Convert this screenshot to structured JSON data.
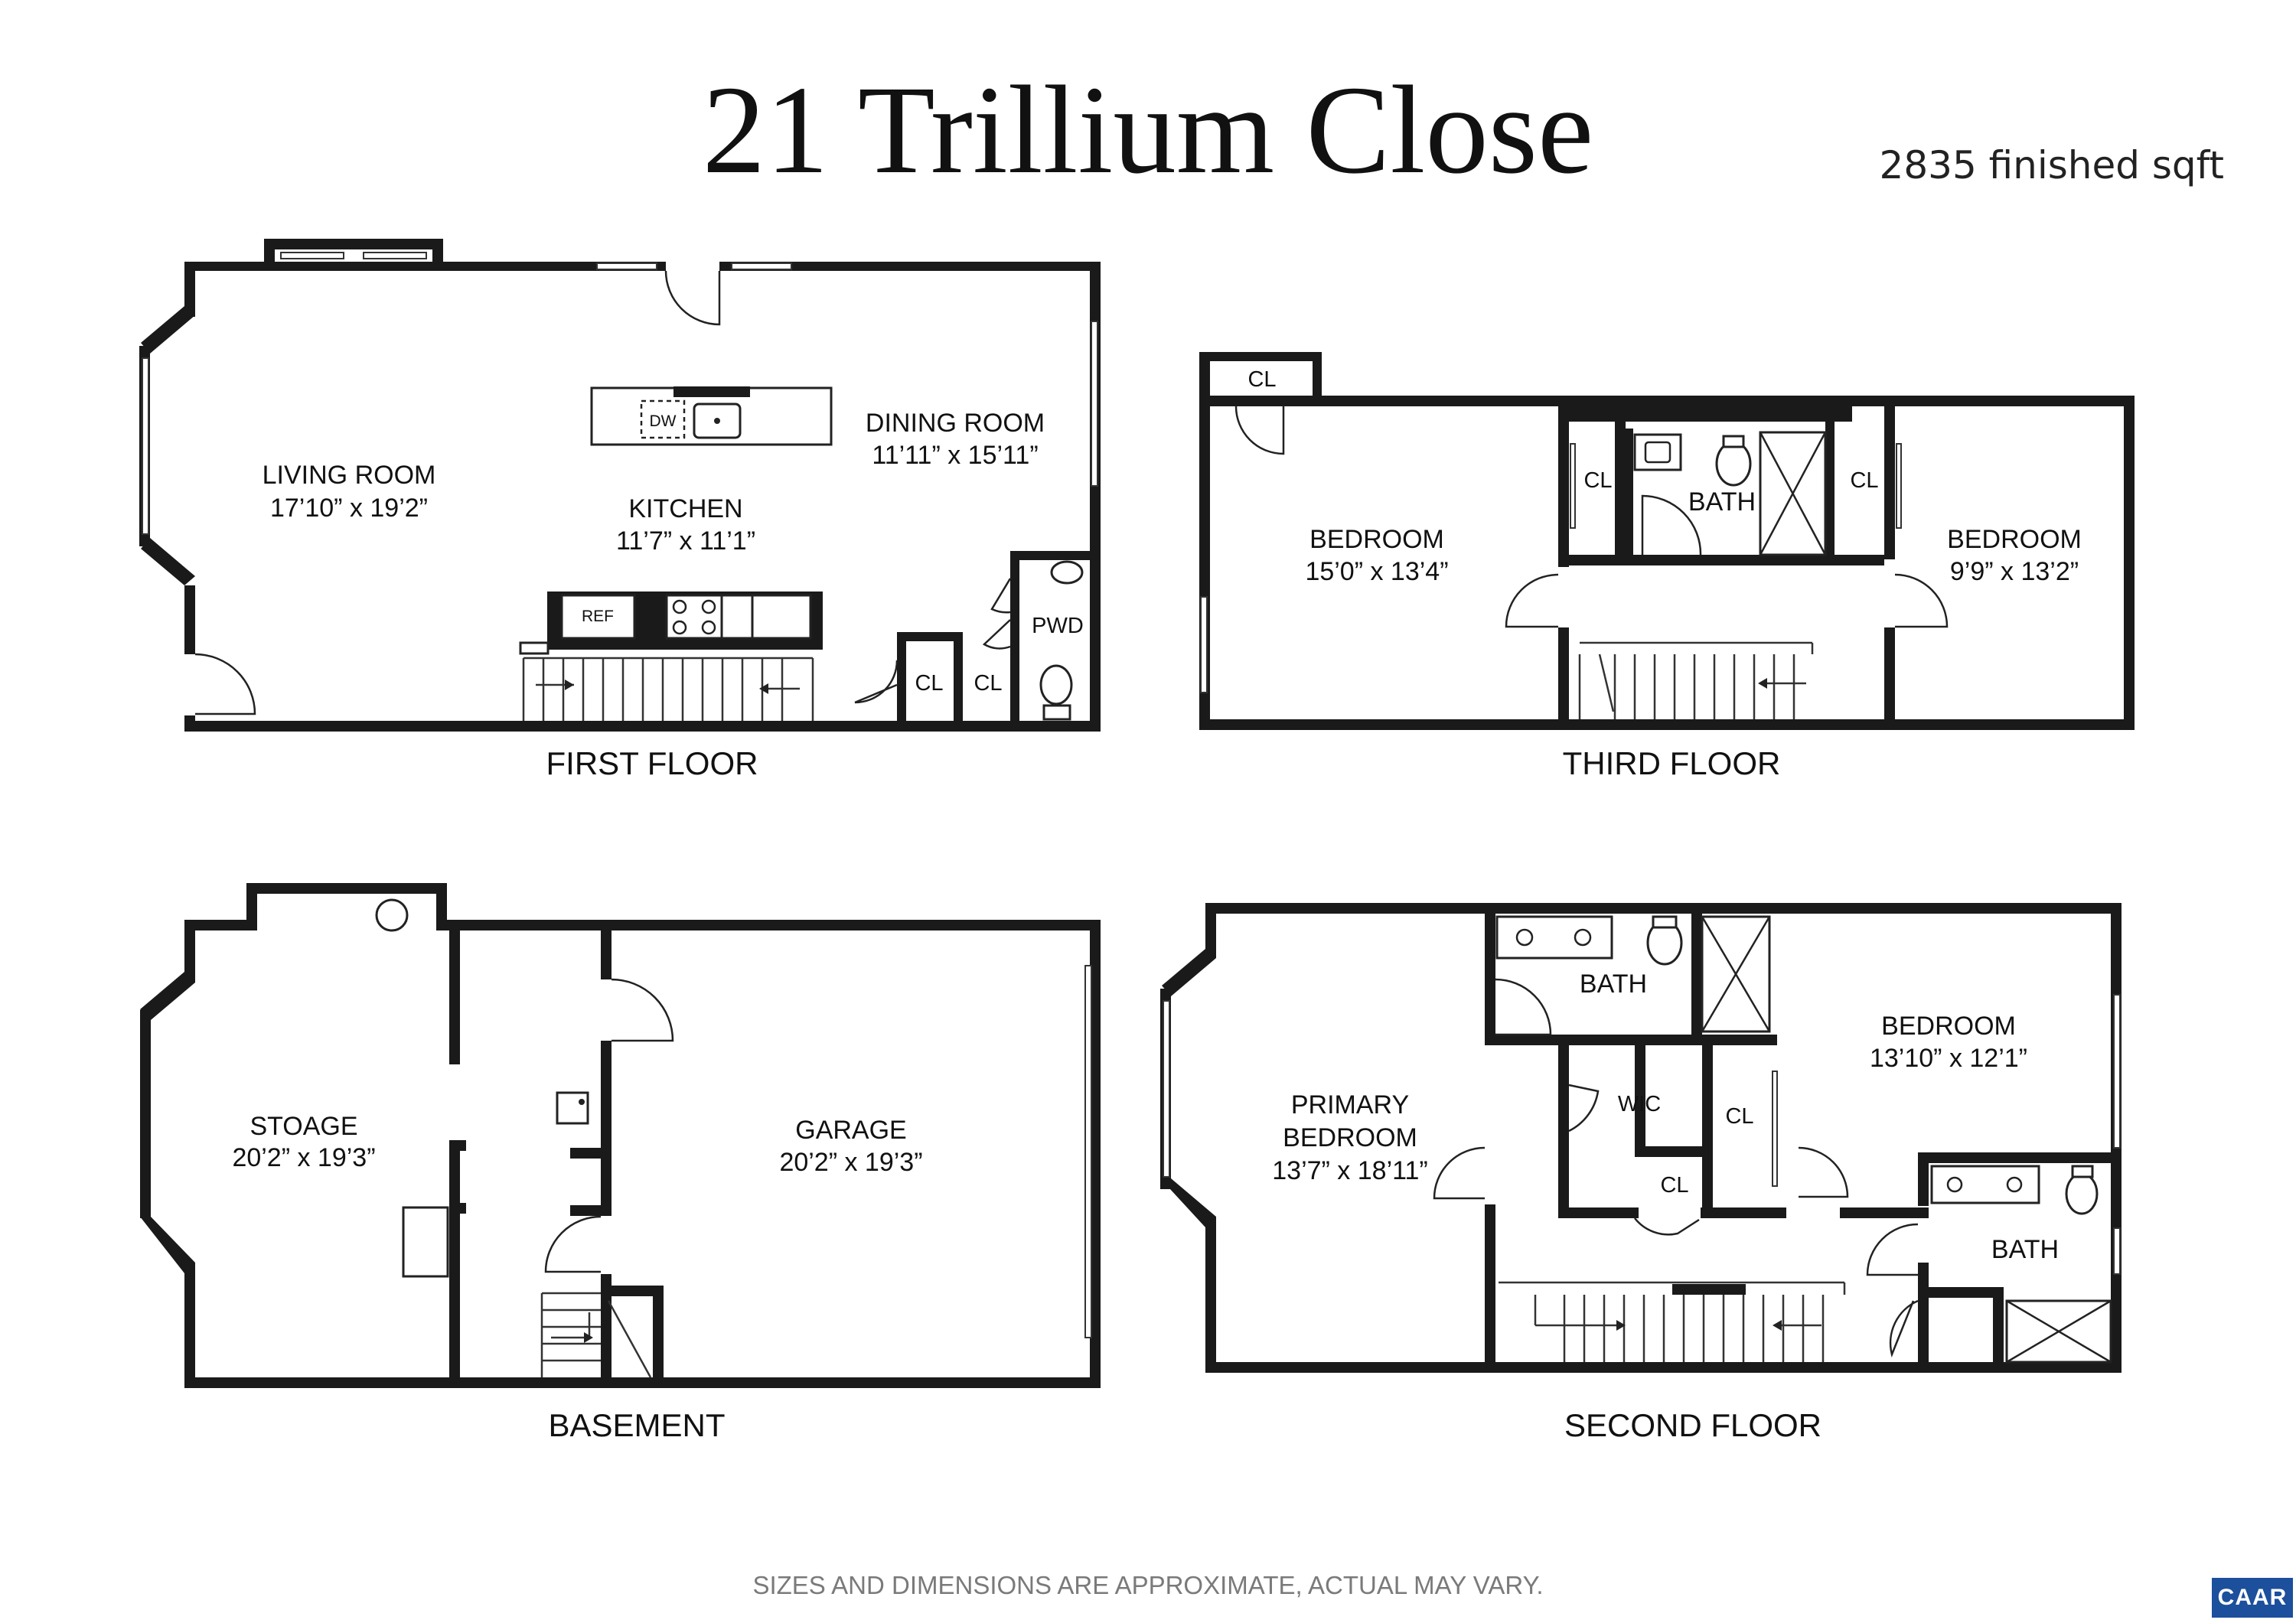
{
  "header": {
    "title": "21 Trillium Close",
    "sqft": "2835 finished sqft"
  },
  "floors": {
    "first": {
      "name": "FIRST FLOOR",
      "living_room": {
        "name": "LIVING ROOM",
        "dims": "17’10” x 19’2”"
      },
      "kitchen": {
        "name": "KITCHEN",
        "dims": "11’7” x 11’1”"
      },
      "dining_room": {
        "name": "DINING ROOM",
        "dims": "11’11” x 15’11”"
      },
      "pwd": "PWD",
      "dw": "DW",
      "ref": "REF",
      "closet_a": "CL",
      "closet_b": "CL"
    },
    "third": {
      "name": "THIRD FLOOR",
      "bedroom_left": {
        "name": "BEDROOM",
        "dims": "15’0” x 13’4”"
      },
      "bedroom_right": {
        "name": "BEDROOM",
        "dims": "9’9” x 13’2”"
      },
      "bath": "BATH",
      "closet_top": "CL",
      "closet_left": "CL",
      "closet_right": "CL"
    },
    "basement": {
      "name": "BASEMENT",
      "storage": {
        "name": "STOAGE",
        "dims": "20’2” x 19’3”"
      },
      "garage": {
        "name": "GARAGE",
        "dims": "20’2” x 19’3”"
      }
    },
    "second": {
      "name": "SECOND FLOOR",
      "primary_bedroom": {
        "line1": "PRIMARY",
        "line2": "BEDROOM",
        "dims": "13’7” x 18’11”"
      },
      "bedroom": {
        "name": "BEDROOM",
        "dims": "13’10” x 12’1”"
      },
      "bath_primary": "BATH",
      "bath_secondary": "BATH",
      "wic": "WIC",
      "closet_a": "CL",
      "closet_b": "CL"
    }
  },
  "footer": {
    "disclaimer": "SIZES AND DIMENSIONS ARE APPROXIMATE, ACTUAL MAY VARY.",
    "logo": "CAAR"
  },
  "colors": {
    "walls": "#1a1a1a",
    "disclaimer": "#7a7a7a",
    "logo_bg": "#1c4f9c"
  }
}
